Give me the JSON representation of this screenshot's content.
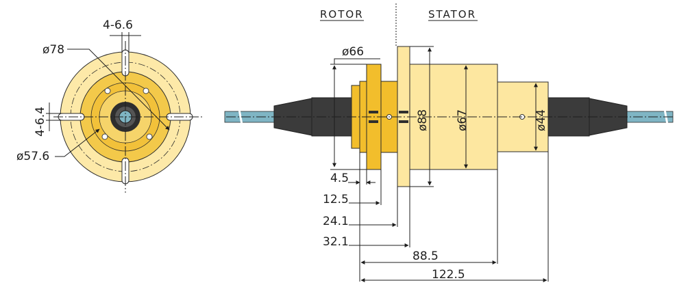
{
  "colors": {
    "flange": "#fde9a8",
    "flange_dark": "#f3c94a",
    "rotor": "#f2be2c",
    "stator": "#fde7a0",
    "cable_boot": "#3b3b3b",
    "cable_boot_light": "#4a4a4a",
    "wire": "#7fb5c4",
    "line": "#1e1e1e"
  },
  "labels": {
    "rotor": "ROTOR",
    "stator": "STATOR"
  },
  "front_view": {
    "dia_78": "ø78",
    "slot_top": "4-6.6",
    "slot_side": "4-6.4",
    "dia_57_6": "ø57.6"
  },
  "side_view": {
    "dia_66": "ø66",
    "dia_88": "ø88",
    "dia_67": "ø67",
    "dia_44": "ø44",
    "len_4_5": "4.5",
    "len_12_5": "12.5",
    "len_24_1": "24.1",
    "len_32_1": "32.1",
    "len_88_5": "88.5",
    "len_122_5": "122.5"
  }
}
